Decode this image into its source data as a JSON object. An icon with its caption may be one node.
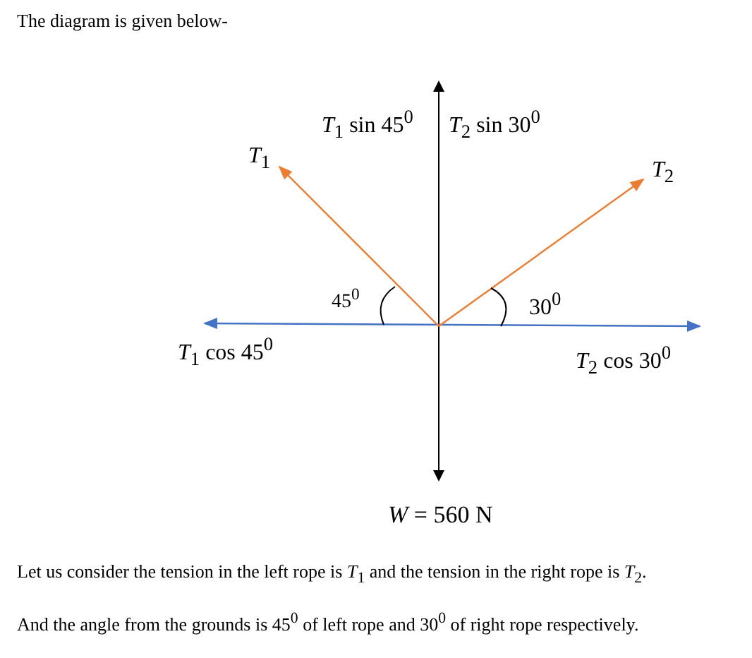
{
  "diagram": {
    "title": "The diagram is given below-",
    "labels": [
      "*T*$_{1}$ sin 45$^{0}$",
      "*T*$_{2}$ sin 30$^{0}$",
      "*T*$_{1}$",
      "*T*$_{2}$",
      "45$^{0}$",
      "30$^{0}$",
      "*T*$_{1}$ cos 45$^{0}$",
      "*T*$_{2}$ cos 30$^{0}$",
      "*W* = 560 N",
      "Let us consider the tension in the left rope is *T*$_{1}$ and the tension in the right rope is *T*$_{2}$.",
      "And the angle from the grounds is 45$^{0}$ of left rope and 30$^{0}$ of right rope respectively."
    ]
  }
}
